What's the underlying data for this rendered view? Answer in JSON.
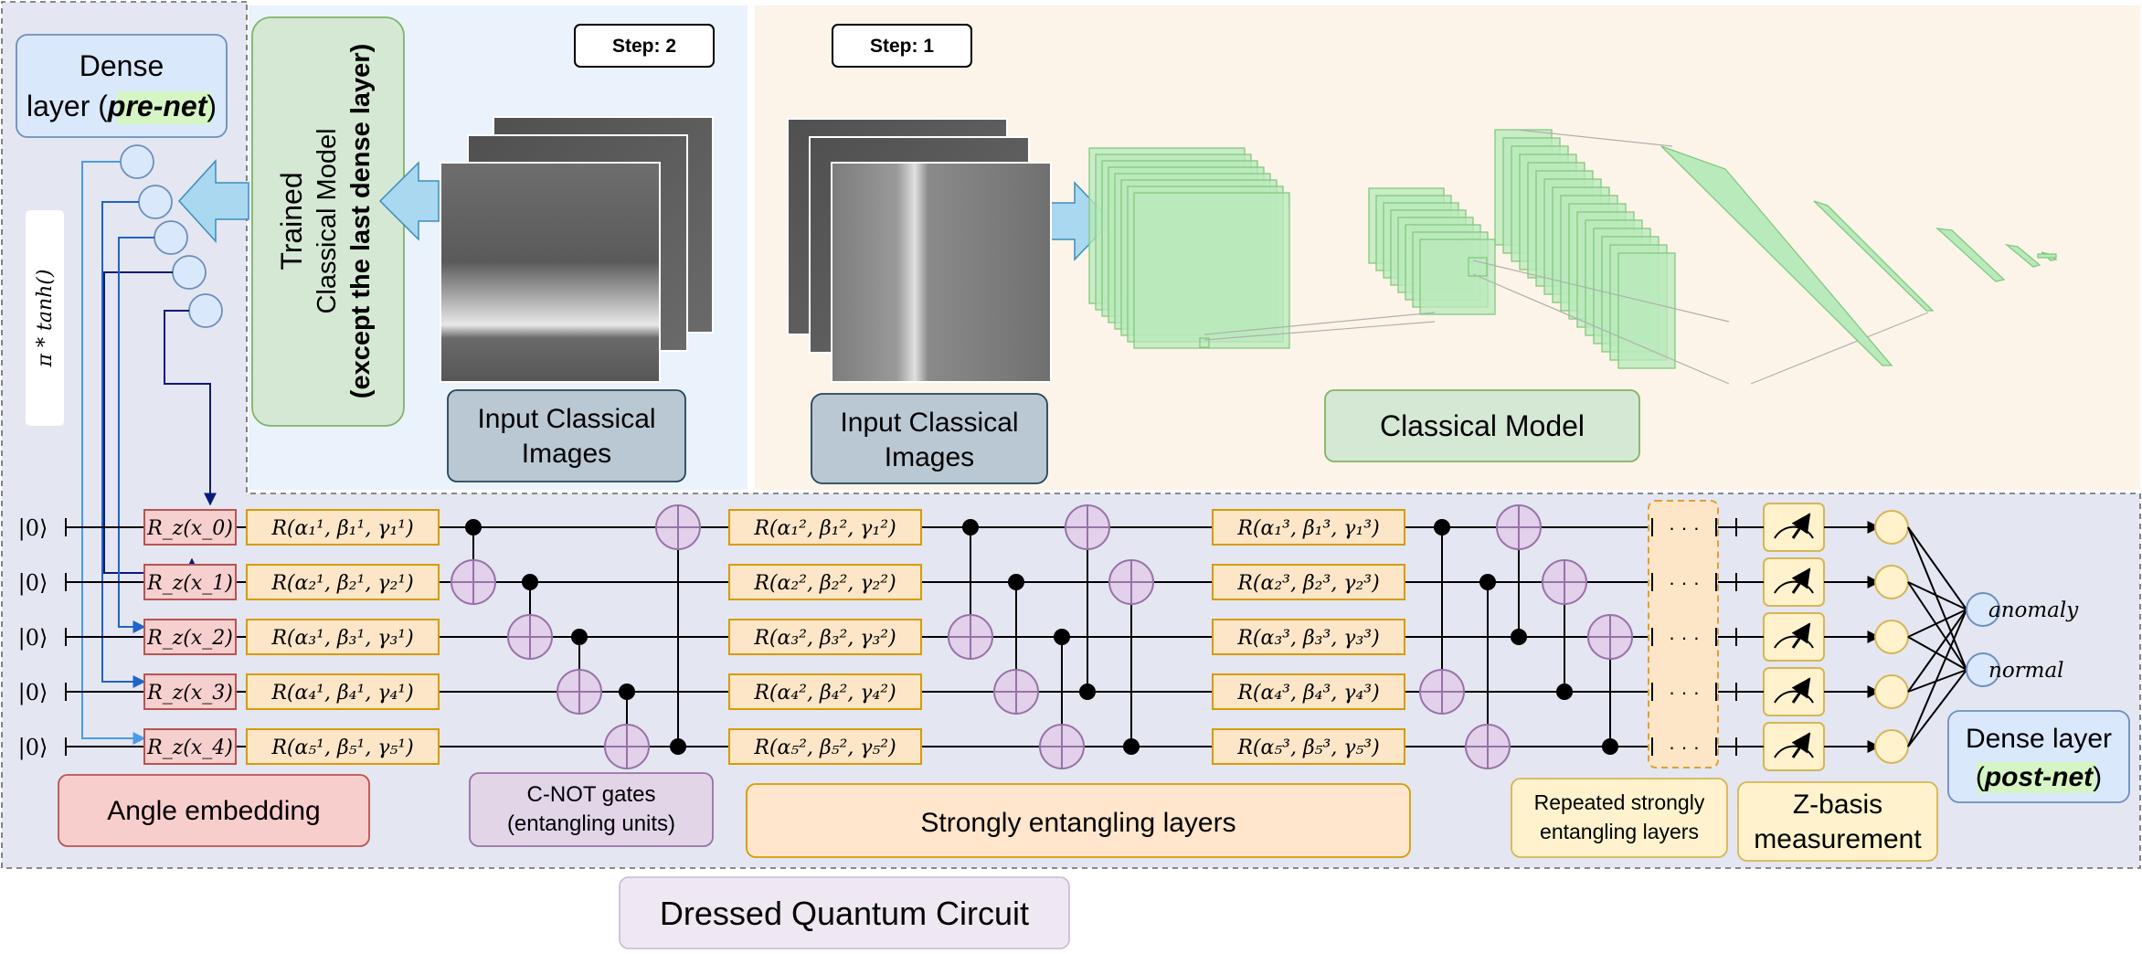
{
  "panels": {
    "step2": "Step: 2",
    "step1": "Step: 1",
    "dense_pre_line1": "Dense",
    "dense_pre_line2_a": "layer (",
    "dense_pre_line2_b": "pre-net",
    "dense_pre_line2_c": ")",
    "activation": "π * tanh()",
    "trained_line1": "Trained",
    "trained_line2": "Classical Model",
    "trained_line3": "(except the last dense layer)",
    "input_images_a_1": "Input Classical",
    "input_images_a_2": "Images",
    "input_images_b_1": "Input Classical",
    "input_images_b_2": "Images",
    "classical_model": "Classical Model"
  },
  "circuit": {
    "kets": [
      "|0⟩",
      "|0⟩",
      "|0⟩",
      "|0⟩",
      "|0⟩"
    ],
    "rz_gates": [
      "R_z(x_0)",
      "R_z(x_1)",
      "R_z(x_2)",
      "R_z(x_3)",
      "R_z(x_4)"
    ],
    "rot_layer1": [
      "R(α₁¹, β₁¹, γ₁¹)",
      "R(α₂¹, β₂¹, γ₂¹)",
      "R(α₃¹, β₃¹, γ₃¹)",
      "R(α₄¹, β₄¹, γ₄¹)",
      "R(α₅¹, β₅¹, γ₅¹)"
    ],
    "rot_layer2": [
      "R(α₁², β₁², γ₁²)",
      "R(α₂², β₂², γ₂²)",
      "R(α₃², β₃², γ₃²)",
      "R(α₄², β₄², γ₄²)",
      "R(α₅², β₅², γ₅²)"
    ],
    "rot_layer3": [
      "R(α₁³, β₁³, γ₁³)",
      "R(α₂³, β₂³, γ₂³)",
      "R(α₃³, β₃³, γ₃³)",
      "R(α₄³, β₄³, γ₄³)",
      "R(α₅³, β₅³, γ₅³)"
    ],
    "ellipsis": "· · ·",
    "outputs": [
      "anomaly",
      "normal"
    ]
  },
  "legend": {
    "angle_embedding": "Angle embedding",
    "cnot_1": "C-NOT gates",
    "cnot_2": "(entangling units)",
    "strongly": "Strongly entangling layers",
    "repeated_1": "Repeated strongly",
    "repeated_2": "entangling layers",
    "zbasis_1": "Z-basis",
    "zbasis_2": "measurement",
    "dense_post_1": "Dense layer",
    "dense_post_2_a": "(",
    "dense_post_2_b": "post-net",
    "dense_post_2_c": ")"
  },
  "title": "Dressed Quantum Circuit",
  "colors": {
    "quantum_bg": "#e4e6f1",
    "step2_bg": "#eaf3fc",
    "step1_bg": "#fcf4e8",
    "rz_fill": "#f6cfcf",
    "rz_stroke": "#b85450",
    "rot_fill": "#fde6c8",
    "rot_stroke": "#d79b00",
    "cnot_fill": "#e3d0eb",
    "cnot_stroke": "#9673a6",
    "green_fill": "#d5e8d4",
    "green_stroke": "#82b366",
    "blue_fill": "#dae8fc",
    "blue_stroke": "#6c8ebf",
    "gray_fill": "#bac8d3",
    "gray_stroke": "#23445d",
    "meas_fill": "#fff2cc"
  }
}
